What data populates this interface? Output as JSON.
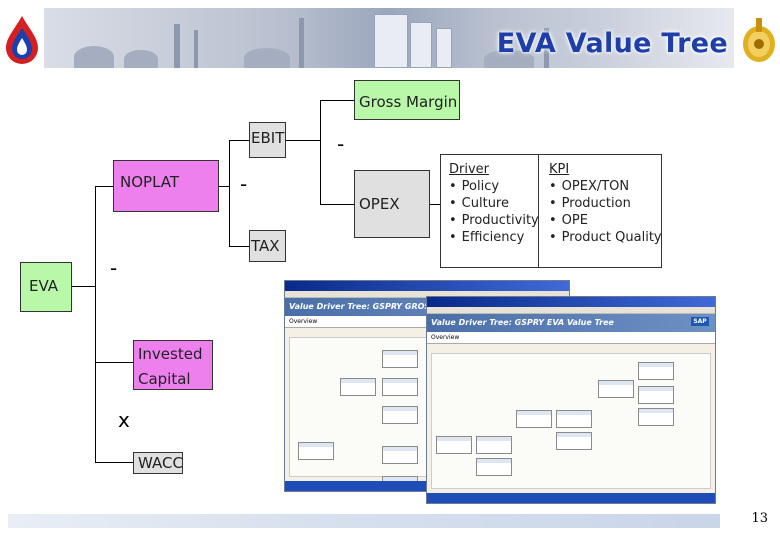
{
  "header": {
    "title": "EVA Value Tree"
  },
  "tree": {
    "eva": "EVA",
    "nopat": "NOPLAT",
    "ebit": "EBIT",
    "tax": "TAX",
    "gross_margin": "Gross Margin",
    "opex": "OPEX",
    "invested_capital_line1": "Invested",
    "invested_capital_line2": "Capital",
    "wacc": "WACC",
    "op_minus_1": "-",
    "op_minus_2": "-",
    "op_minus_3": "-",
    "op_times": "x"
  },
  "drivers": {
    "heading": "Driver",
    "items": [
      "Policy",
      "Culture",
      "Productivity",
      "Efficiency"
    ]
  },
  "kpi": {
    "heading": "KPI",
    "items": [
      "OPEX/TON",
      "Production",
      "OPE",
      "Product Quality"
    ]
  },
  "screens": {
    "back_title": "Value Driver Tree: GSPRY GROSS PROFIT",
    "front_title": "Value Driver Tree: GSPRY EVA Value Tree",
    "overview": "Overview",
    "sap": "SAP"
  },
  "footer": {
    "page_number": "13"
  }
}
